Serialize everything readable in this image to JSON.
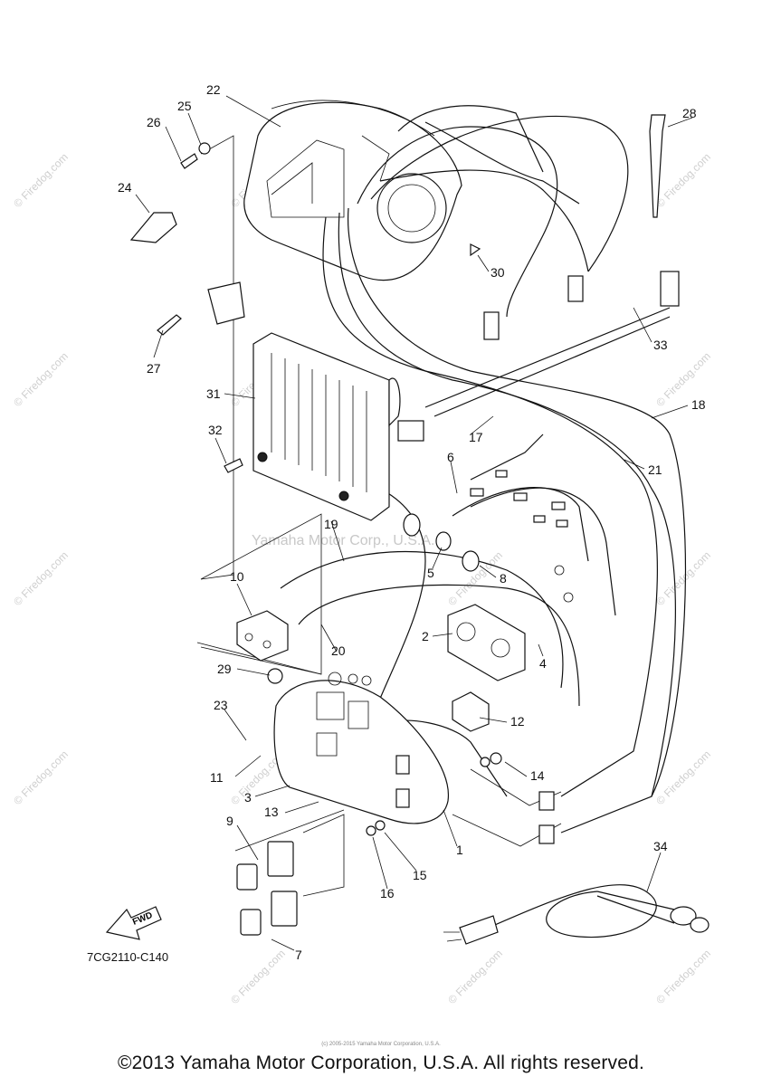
{
  "diagram": {
    "watermark_text": "© Firedog.com",
    "center_watermark": "Yamaha Motor Corp., U.S.A.",
    "figure_code": "7CG2110-C140",
    "fwd_label": "FWD",
    "tiny_notice": "(c) 2005-2015 Yamaha Motor Corporation, U.S.A.",
    "copyright": "©2013 Yamaha Motor Corporation, U.S.A. All rights reserved.",
    "callouts": {
      "c1": "1",
      "c2": "2",
      "c3": "3",
      "c4": "4",
      "c5": "5",
      "c6": "6",
      "c7": "7",
      "c8": "8",
      "c9": "9",
      "c10": "10",
      "c11": "11",
      "c12": "12",
      "c13": "13",
      "c14": "14",
      "c15": "15",
      "c16": "16",
      "c17": "17",
      "c18": "18",
      "c19": "19",
      "c20": "20",
      "c21": "21",
      "c22": "22",
      "c23": "23",
      "c24": "24",
      "c25": "25",
      "c26": "26",
      "c27": "27",
      "c28": "28",
      "c29": "29",
      "c30": "30",
      "c31": "31",
      "c32": "32",
      "c33": "33",
      "c34": "34"
    }
  }
}
